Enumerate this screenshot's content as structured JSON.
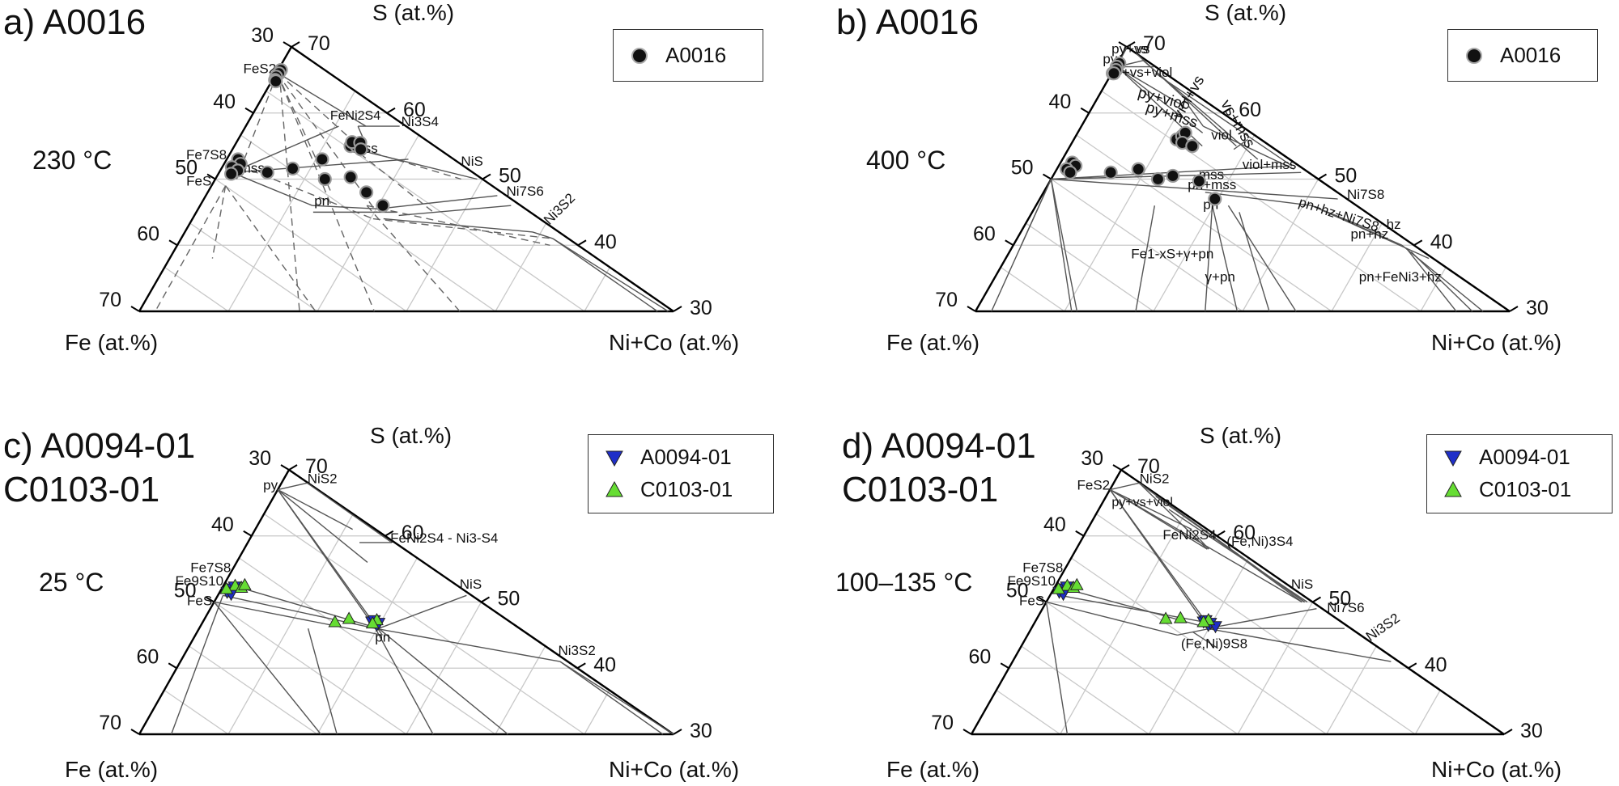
{
  "panels": [
    {
      "id": "a",
      "label": "a) A0016",
      "temperature": "230 °C",
      "axis_top": "S (at.%)",
      "axis_left": "Fe (at.%)",
      "axis_right": "Ni+Co (at.%)",
      "ticks_left": [
        "30",
        "40",
        "50",
        "60",
        "70"
      ],
      "ticks_right": [
        "70",
        "60",
        "50",
        "40",
        "30"
      ],
      "legend": [
        {
          "name": "A0016",
          "marker": "circle",
          "color": "#111111"
        }
      ],
      "phase_labels": [
        "FeS2",
        "Fe7S8",
        "mss",
        "FeS",
        "FeNi2S4",
        "Ni3S4",
        "mss",
        "NiS",
        "pn",
        "Ni7S6",
        "Ni3S2"
      ]
    },
    {
      "id": "b",
      "label": "b) A0016",
      "temperature": "400 °C",
      "axis_top": "S (at.%)",
      "axis_left": "Fe (at.%)",
      "axis_right": "Ni+Co (at.%)",
      "ticks_left": [
        "40",
        "50",
        "60",
        "70"
      ],
      "ticks_right": [
        "70",
        "60",
        "50",
        "40",
        "30"
      ],
      "legend": [
        {
          "name": "A0016",
          "marker": "circle",
          "color": "#111111"
        }
      ],
      "phase_labels": [
        "py",
        "py+vs",
        "py+vs+viol",
        "py+viol",
        "py+mss",
        "viol",
        "viol+vs",
        "vs+mss",
        "vs",
        "viol+mss",
        "mss",
        "pn+mss",
        "pn",
        "Ni7S8",
        "pn+hz+Ni7S8",
        "pn+hz",
        "hz",
        "Fe1-xS+γ+pn",
        "γ+pn",
        "pn+FeNi3+hz"
      ]
    },
    {
      "id": "c",
      "label": "c) A0094-01\nC0103-01",
      "temperature": "25 °C",
      "axis_top": "S (at.%)",
      "axis_left": "Fe (at.%)",
      "axis_right": "Ni+Co (at.%)",
      "ticks_left": [
        "30",
        "40",
        "50",
        "60",
        "70"
      ],
      "ticks_right": [
        "70",
        "60",
        "50",
        "40",
        "30"
      ],
      "legend": [
        {
          "name": "A0094-01",
          "marker": "triangle-down",
          "color": "#1f2fc8"
        },
        {
          "name": "C0103-01",
          "marker": "triangle-up",
          "color": "#66dd33"
        }
      ],
      "phase_labels": [
        "py",
        "NiS2",
        "Fe7S8",
        "Fe9S10",
        "FeS",
        "FeNi2S4 - Ni3-S4",
        "NiS",
        "pn",
        "Ni3S2"
      ]
    },
    {
      "id": "d",
      "label": "d) A0094-01\nC0103-01",
      "temperature": "100–135 °C",
      "axis_top": "S (at.%)",
      "axis_left": "Fe (at.%)",
      "axis_right": "Ni+Co (at.%)",
      "ticks_left": [
        "30",
        "40",
        "50",
        "60",
        "70"
      ],
      "ticks_right": [
        "70",
        "60",
        "50",
        "40",
        "30"
      ],
      "legend": [
        {
          "name": "A0094-01",
          "marker": "triangle-down",
          "color": "#1f2fc8"
        },
        {
          "name": "C0103-01",
          "marker": "triangle-up",
          "color": "#66dd33"
        }
      ],
      "phase_labels": [
        "FeS2",
        "NiS2",
        "py+vs+viol",
        "FeNi2S4",
        "(Fe,Ni)3S4",
        "Fe7S8",
        "Fe9S10",
        "FeS",
        "NiS",
        "Ni7S6",
        "Ni3S2",
        "(Fe,Ni)9S8"
      ]
    }
  ]
}
